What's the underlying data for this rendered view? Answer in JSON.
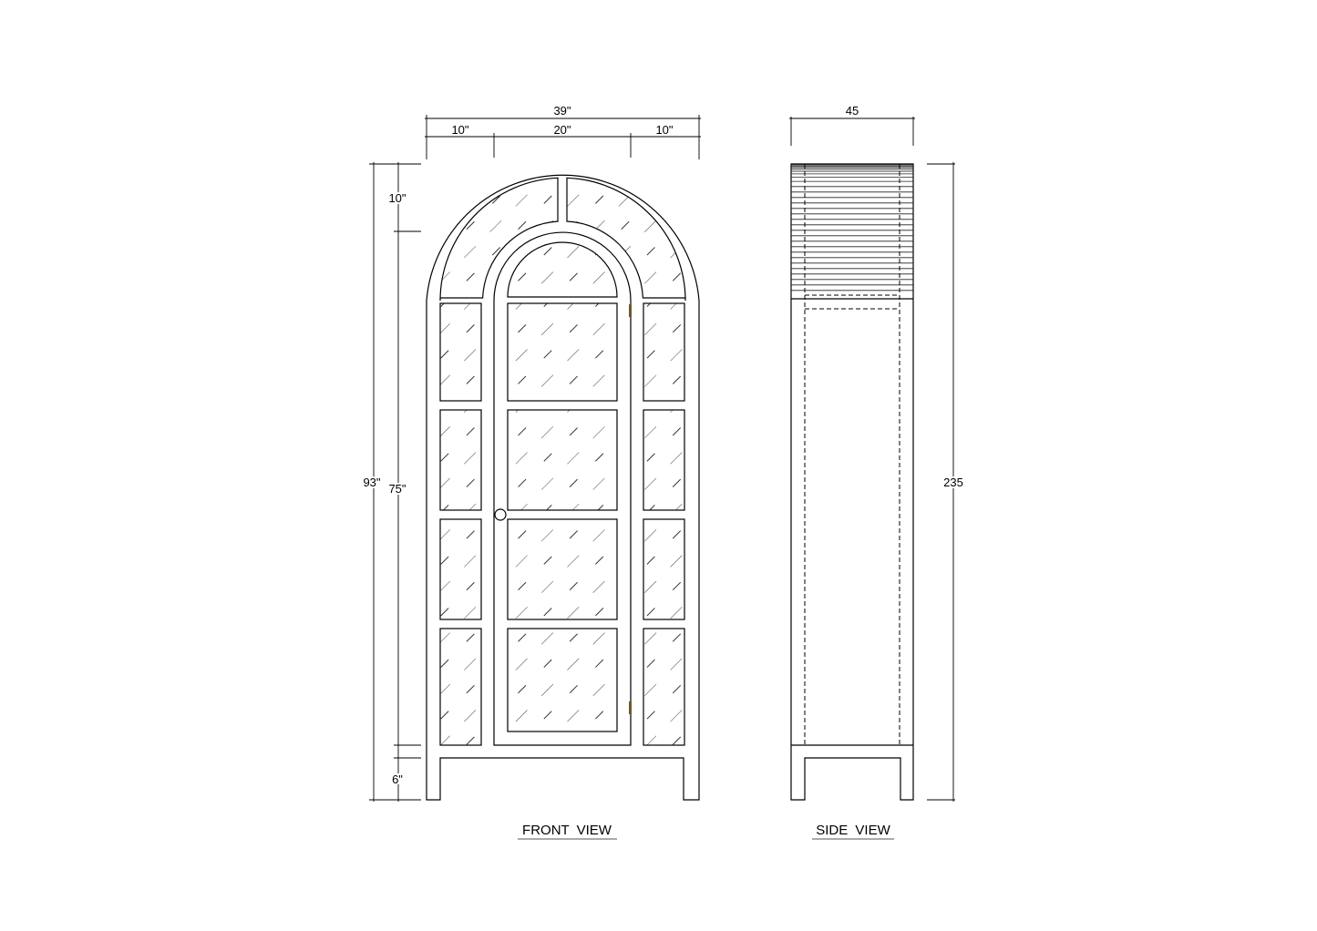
{
  "front_view": {
    "title": "FRONT VIEW",
    "dimensions": {
      "overall_width": "39\"",
      "left_section": "10\"",
      "center_section": "20\"",
      "right_section": "10\"",
      "overall_height": "93\"",
      "arch_height": "10\"",
      "body_height": "75\"",
      "leg_height": "6\""
    }
  },
  "side_view": {
    "title": "SIDE VIEW",
    "dimensions": {
      "depth": "45",
      "height": "235"
    }
  }
}
